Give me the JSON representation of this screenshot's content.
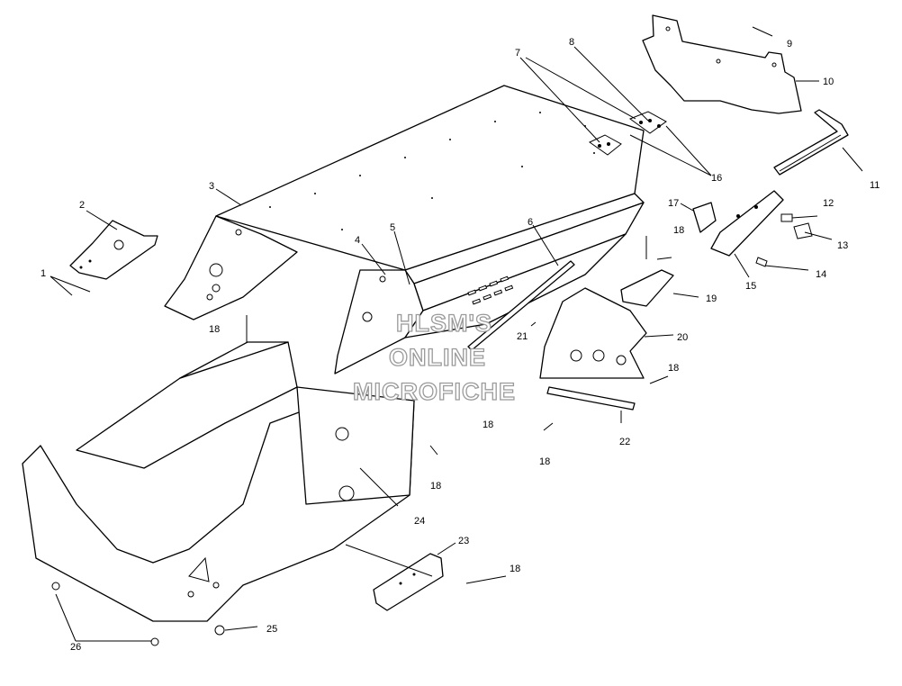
{
  "watermark": {
    "lines": [
      "HLSM'S",
      "ONLINE",
      "MICROFICHE"
    ]
  },
  "callouts": [
    {
      "id": "c1",
      "label": "1"
    },
    {
      "id": "c2",
      "label": "2"
    },
    {
      "id": "c3",
      "label": "3"
    },
    {
      "id": "c4",
      "label": "4"
    },
    {
      "id": "c5",
      "label": "5"
    },
    {
      "id": "c6",
      "label": "6"
    },
    {
      "id": "c7",
      "label": "7"
    },
    {
      "id": "c8",
      "label": "8"
    },
    {
      "id": "c9",
      "label": "9"
    },
    {
      "id": "c10",
      "label": "10"
    },
    {
      "id": "c11",
      "label": "11"
    },
    {
      "id": "c12",
      "label": "12"
    },
    {
      "id": "c13",
      "label": "13"
    },
    {
      "id": "c14",
      "label": "14"
    },
    {
      "id": "c15",
      "label": "15"
    },
    {
      "id": "c16",
      "label": "16"
    },
    {
      "id": "c17",
      "label": "17"
    },
    {
      "id": "c18a",
      "label": "18"
    },
    {
      "id": "c18b",
      "label": "18"
    },
    {
      "id": "c18c",
      "label": "18"
    },
    {
      "id": "c18d",
      "label": "18"
    },
    {
      "id": "c18e",
      "label": "18"
    },
    {
      "id": "c18f",
      "label": "18"
    },
    {
      "id": "c18g",
      "label": "18"
    },
    {
      "id": "c19",
      "label": "19"
    },
    {
      "id": "c20",
      "label": "20"
    },
    {
      "id": "c21",
      "label": "21"
    },
    {
      "id": "c22",
      "label": "22"
    },
    {
      "id": "c23",
      "label": "23"
    },
    {
      "id": "c24",
      "label": "24"
    },
    {
      "id": "c25",
      "label": "25"
    },
    {
      "id": "c26",
      "label": "26"
    }
  ]
}
